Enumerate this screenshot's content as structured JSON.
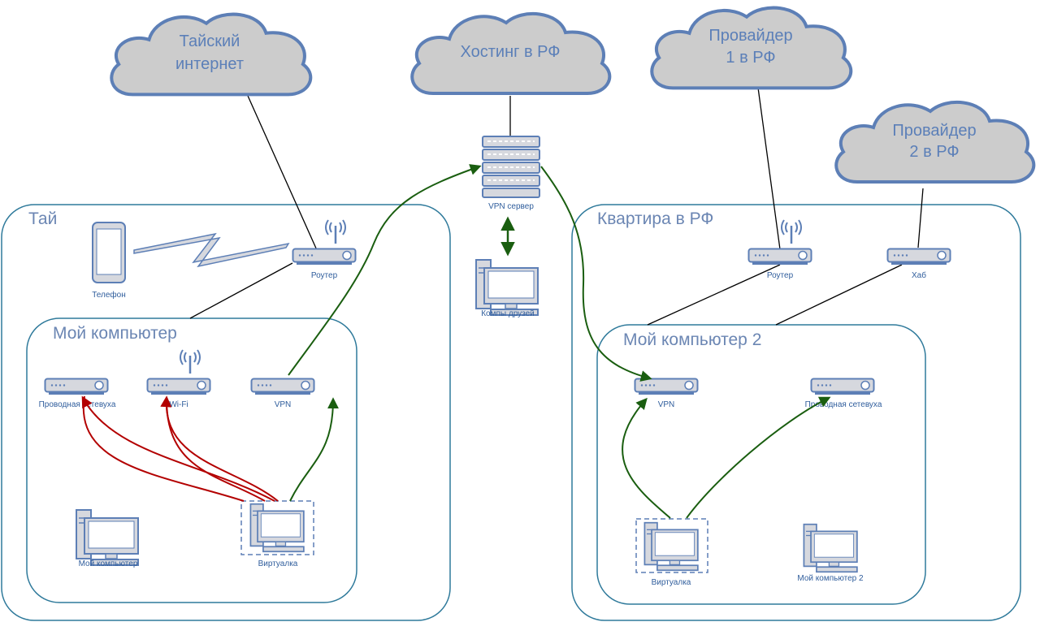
{
  "clouds": {
    "thai_internet": [
      "Тайский",
      "интернет"
    ],
    "hosting": [
      "Хостинг в РФ"
    ],
    "provider1": [
      "Провайдер",
      "1 в РФ"
    ],
    "provider2": [
      "Провайдер",
      "2 в РФ"
    ]
  },
  "groups": {
    "thai": "Тай",
    "my_computer": "Мой компьютер",
    "apartment": "Квартира в РФ",
    "my_computer_2": "Мой компьютер 2"
  },
  "devices": {
    "vpn_server": "VPN сервер",
    "friends_pcs": "Компы друзей",
    "phone": "Телефон",
    "router_thai": "Роутер",
    "wired_nic": "Проводная сетевуха",
    "wifi": "Wi-Fi",
    "vpn": "VPN",
    "my_pc": "Мой компьютер",
    "vm": "Виртуалка",
    "router_rf": "Роутер",
    "hub": "Хаб",
    "vpn2": "VPN",
    "wired_nic2": "Проводная сетевуха",
    "vm2": "Виртуалка",
    "my_pc2": "Мой компьютер 2"
  },
  "colors": {
    "cloud_fill": "#cccccc",
    "cloud_stroke": "#5d7fb6",
    "group_stroke": "#2f7a9b",
    "device_fill": "#d6d8de",
    "device_stroke": "#5d7fb6",
    "link": "#000000",
    "vpn_link": "#1a5e10",
    "blocked_link": "#b30000"
  }
}
